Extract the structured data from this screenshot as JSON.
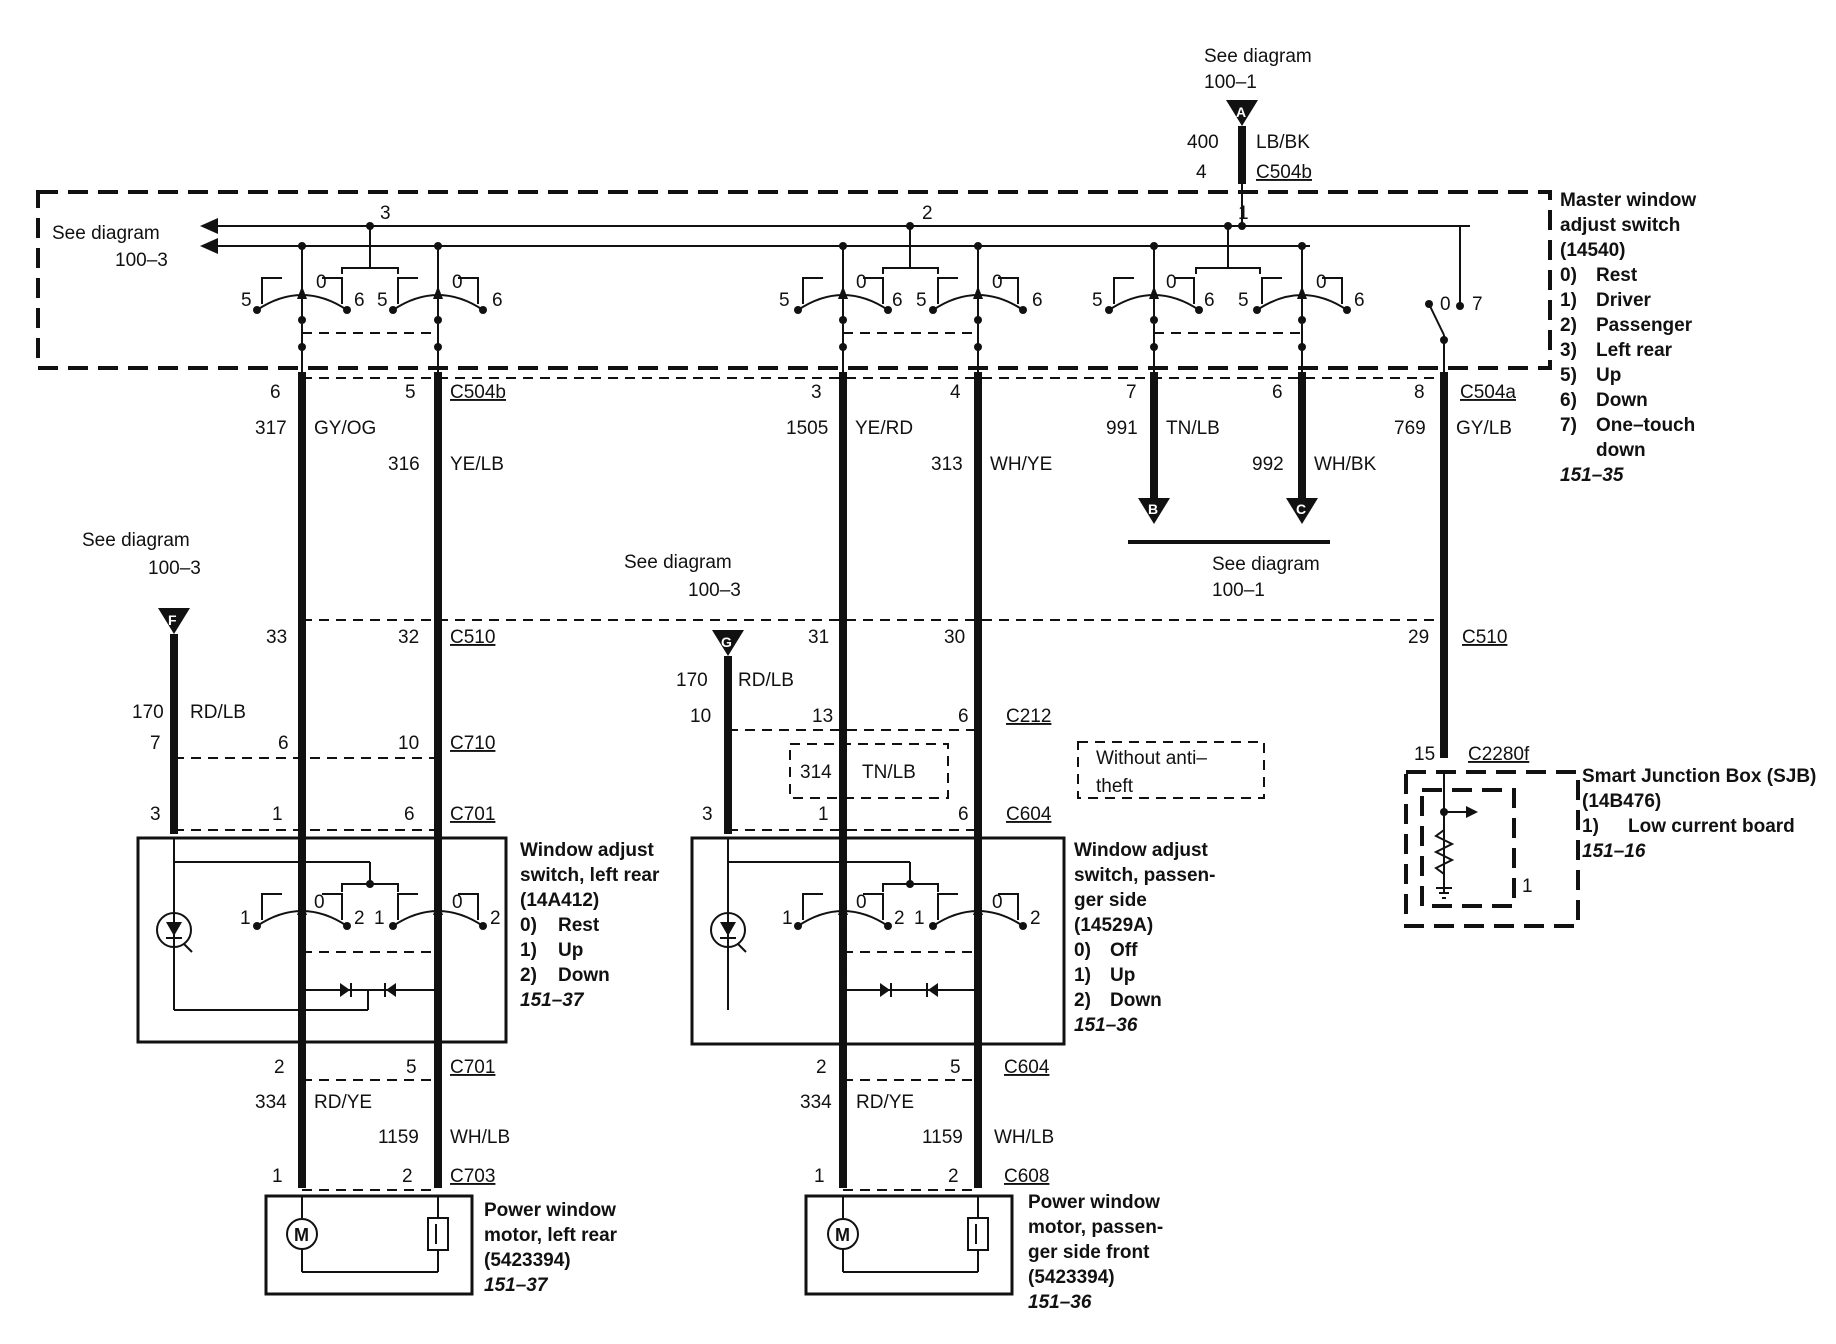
{
  "refs": {
    "top_a": {
      "see": "See diagram",
      "num": "100–1",
      "letter": "A"
    },
    "left_main": {
      "see": "See diagram",
      "num": "100–3"
    },
    "left_f": {
      "see": "See diagram",
      "num": "100–3",
      "letter": "F"
    },
    "mid_g": {
      "see": "See diagram",
      "num": "100–3",
      "letter": "G"
    },
    "bc": {
      "see": "See diagram",
      "num": "100–1",
      "letter_b": "B",
      "letter_c": "C"
    }
  },
  "top_feed": {
    "pin": "4",
    "circuit": "400",
    "color": "LB/BK",
    "connector": "C504b"
  },
  "bus_labels": {
    "b3": "3",
    "b2": "2",
    "b1": "1"
  },
  "switch_pins": {
    "p5": "5",
    "p0": "0",
    "p6": "6",
    "p7": "7"
  },
  "master_switch": {
    "lines": [
      "Master window",
      "adjust switch",
      "(14540)"
    ],
    "states": [
      {
        "num": "0)",
        "label": "Rest"
      },
      {
        "num": "1)",
        "label": "Driver"
      },
      {
        "num": "2)",
        "label": "Passenger"
      },
      {
        "num": "3)",
        "label": "Left rear"
      },
      {
        "num": "5)",
        "label": "Up"
      },
      {
        "num": "6)",
        "label": "Down"
      },
      {
        "num": "7)",
        "label": "One–touch"
      }
    ],
    "state_cont": "down",
    "ref": "151–35"
  },
  "wires_upper": [
    {
      "pin": "6",
      "circuit": "317",
      "color": "GY/OG"
    },
    {
      "pin": "5",
      "circuit": "316",
      "color": "YE/LB",
      "connector": "C504b"
    },
    {
      "pin": "3",
      "circuit": "1505",
      "color": "YE/RD"
    },
    {
      "pin": "4",
      "circuit": "313",
      "color": "WH/YE"
    },
    {
      "pin": "7",
      "circuit": "991",
      "color": "TN/LB"
    },
    {
      "pin": "6",
      "circuit": "992",
      "color": "WH/BK"
    },
    {
      "pin": "8",
      "circuit": "769",
      "color": "GY/LB",
      "connector": "C504a"
    }
  ],
  "c510": {
    "pins": [
      "33",
      "32",
      "31",
      "30",
      "29"
    ],
    "name": "C510"
  },
  "left_rd": {
    "circuit": "170",
    "color": "RD/LB"
  },
  "c710": {
    "pins": [
      "7",
      "6",
      "10"
    ],
    "name": "C710"
  },
  "c701_top": {
    "pins": [
      "3",
      "1",
      "6"
    ],
    "name": "C701"
  },
  "mid_rd": {
    "circuit": "170",
    "color": "RD/LB",
    "pin": "10"
  },
  "c212": {
    "pins": [
      "13",
      "6"
    ],
    "name": "C212"
  },
  "tn_box": {
    "circuit": "314",
    "color": "TN/LB"
  },
  "anti_theft": {
    "line1": "Without anti–",
    "line2": "theft"
  },
  "c604_top": {
    "pins": [
      "3",
      "1",
      "6"
    ],
    "name": "C604"
  },
  "c2280": {
    "pin": "15",
    "name": "C2280f"
  },
  "sjb": {
    "lines": [
      "Smart Junction Box (SJB)",
      "(14B476)"
    ],
    "item_num": "1)",
    "item_label": "Low current board",
    "ref": "151–16",
    "pin": "1"
  },
  "lr_switch": {
    "lines": [
      "Window adjust",
      "switch, left rear",
      "(14A412)"
    ],
    "states": [
      {
        "num": "0)",
        "label": "Rest"
      },
      {
        "num": "1)",
        "label": "Up"
      },
      {
        "num": "2)",
        "label": "Down"
      }
    ],
    "ref": "151–37",
    "pins": {
      "p1": "1",
      "p0": "0",
      "p2": "2"
    }
  },
  "ps_switch": {
    "lines": [
      "Window adjust",
      "switch, passen-",
      "ger side",
      "(14529A)"
    ],
    "states": [
      {
        "num": "0)",
        "label": "Off"
      },
      {
        "num": "1)",
        "label": "Up"
      },
      {
        "num": "2)",
        "label": "Down"
      }
    ],
    "ref": "151–36"
  },
  "c701_bot": {
    "pins": [
      "2",
      "5"
    ],
    "name": "C701"
  },
  "c604_bot": {
    "pins": [
      "2",
      "5"
    ],
    "name": "C604"
  },
  "lower_left": [
    {
      "circuit": "334",
      "color": "RD/YE"
    },
    {
      "circuit": "1159",
      "color": "WH/LB"
    }
  ],
  "lower_mid": [
    {
      "circuit": "334",
      "color": "RD/YE"
    },
    {
      "circuit": "1159",
      "color": "WH/LB"
    }
  ],
  "c703": {
    "pins": [
      "1",
      "2"
    ],
    "name": "C703"
  },
  "c608": {
    "pins": [
      "1",
      "2"
    ],
    "name": "C608"
  },
  "motor_symbol": "M",
  "motor_lr": {
    "lines": [
      "Power window",
      "motor, left rear",
      "(5423394)"
    ],
    "ref": "151–37"
  },
  "motor_ps": {
    "lines": [
      "Power window",
      "motor, passen-",
      "ger side front",
      "(5423394)"
    ],
    "ref": "151–36"
  }
}
